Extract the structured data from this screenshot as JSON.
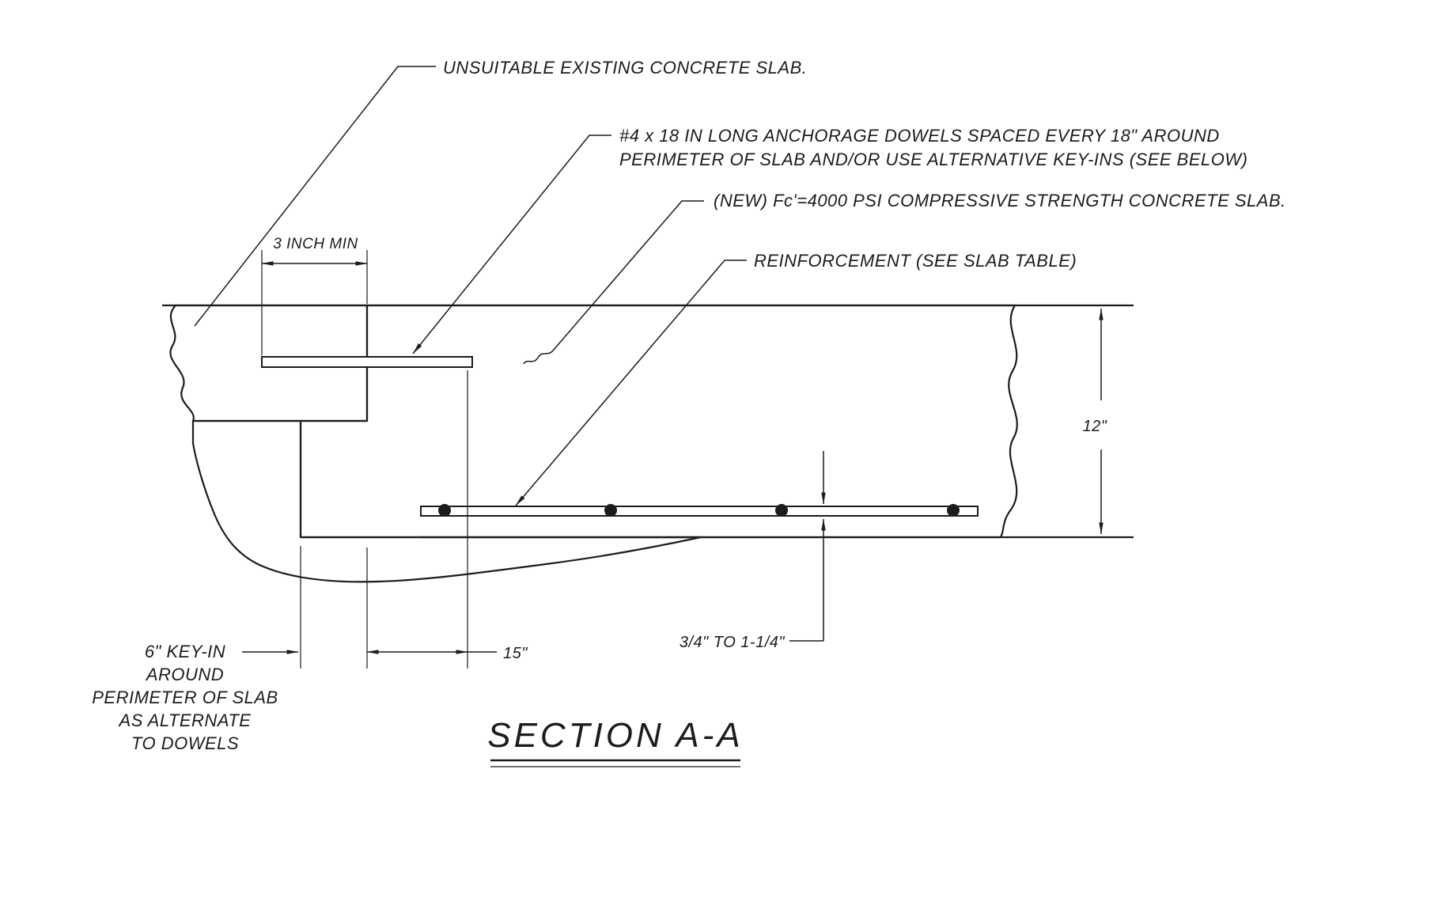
{
  "drawing": {
    "title": "SECTION A-A",
    "notes": {
      "unsuitable": "UNSUITABLE EXISTING CONCRETE SLAB.",
      "dowels_line1": "#4 x 18 IN LONG ANCHORAGE DOWELS SPACED EVERY 18\" AROUND",
      "dowels_line2": "PERIMETER OF SLAB AND/OR USE ALTERNATIVE KEY-INS (SEE BELOW)",
      "new_concrete": "(NEW) Fc'=4000 PSI COMPRESSIVE STRENGTH CONCRETE SLAB.",
      "reinforcement": "REINFORCEMENT (SEE SLAB TABLE)"
    },
    "dimensions": {
      "embed_min": "3 INCH MIN",
      "slab_depth": "12\"",
      "dowel_projection": "15\"",
      "cover": "3/4\" TO 1-1/4\"",
      "keyin_line1": "6\" KEY-IN",
      "keyin_line2": "AROUND",
      "keyin_line3": "PERIMETER OF SLAB",
      "keyin_line4": "AS ALTERNATE",
      "keyin_line5": "TO DOWELS"
    },
    "colors": {
      "ink": "#1c1c1c",
      "paper": "#ffffff"
    }
  }
}
